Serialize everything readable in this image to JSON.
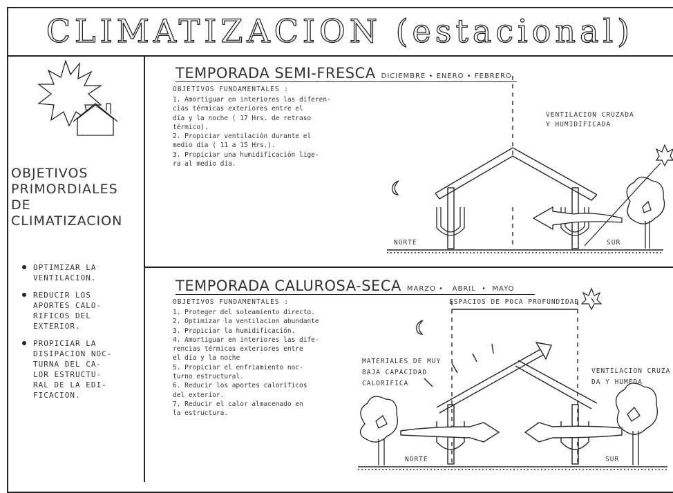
{
  "title": "CLIMATIZACION (estacional)",
  "left_panel": {
    "heading_lines": [
      "OBJETIVOS",
      "PRIMORDIALES",
      "DE",
      "CLIMATIZACION"
    ],
    "bullets": [
      {
        "lines": [
          "OPTIMIZAR LA",
          "VENTILACION."
        ]
      },
      {
        "lines": [
          "REDUCIR LOS",
          "APORTES CALO-",
          "RIFICOS DEL",
          "EXTERIOR."
        ]
      },
      {
        "lines": [
          "PROPICIAR LA",
          "DISIPACION NOC-",
          "TURNA DEL CA-",
          "LOR ESTRUCTU-",
          "RAL DE LA EDI-",
          "FICACION."
        ]
      }
    ]
  },
  "section_top": {
    "title": "TEMPORADA SEMI-FRESCA",
    "months": "DICIEMBRE • ENERO • FEBRERO",
    "objectives_heading": "OBJETIVOS FUNDAMENTALES :",
    "objectives_lines": [
      "1. Amortiguar en interiores las diferen-",
      "   cias térmicas exteriores entre el",
      "   día y la noche ( 17 Hrs. de retraso",
      "   térmico).",
      "2. Propiciar ventilación durante el",
      "   medio día  ( 11 a 15 Hrs.).",
      "3. Propiciar una humidificación lige-",
      "   ra al medio día."
    ],
    "label_ventilacion": [
      "VENTILACION CRUZADA",
      "Y HUMIDIFICADA"
    ],
    "label_norte": "NORTE",
    "label_sur": "SUR"
  },
  "section_bottom": {
    "title": "TEMPORADA CALUROSA-SECA",
    "months": "MARZO •   ABRIL  •  MAYO",
    "objectives_heading": "OBJETIVOS FUNDAMENTALES :",
    "objectives_lines": [
      "1. Proteger del soleamiento directo.",
      "2. Optimizar la ventilacion abundante",
      "3. Propiciar la humidificación.",
      "4. Amortiguar en interiores las dife-",
      "   rencias térmicas exteriores entre",
      "   el día y la noche",
      "5. Propiciar el enfriamiento noc-",
      "   turno estructural.",
      "6. Reducir los aportes caloríficos",
      "   del exterior.",
      "7. Reducir el calor almacenado en",
      "   la estructura."
    ],
    "label_espacios": "ESPACIOS DE POCA PROFUNDIDAD",
    "label_materiales": [
      "MATERIALES DE MUY",
      "BAJA CAPACIDAD",
      "CALORIFICA"
    ],
    "label_ventilacion": [
      "VENTILACION CRUZA",
      "DA Y HUMEDA"
    ],
    "label_norte": "NORTE",
    "label_sur": "SUR"
  },
  "icons": [
    "sun-icon",
    "house-icon",
    "moon-icon",
    "tree-icon",
    "wind-arrow-icon",
    "humidifier-icon"
  ],
  "colors": {
    "ink": "#222222",
    "paper": "#ffffff"
  }
}
